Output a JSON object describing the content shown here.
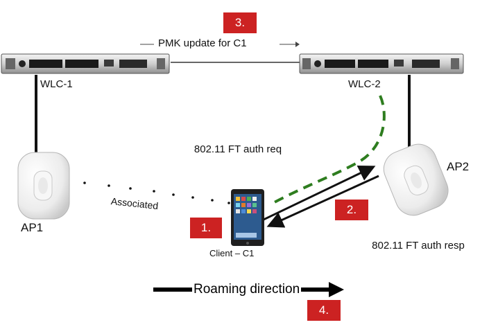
{
  "controllers": [
    {
      "id": "wlc1",
      "label": "WLC-1"
    },
    {
      "id": "wlc2",
      "label": "WLC-2"
    }
  ],
  "access_points": [
    {
      "id": "ap1",
      "label": "AP1"
    },
    {
      "id": "ap2",
      "label": "AP2"
    }
  ],
  "client": {
    "label": "Client – C1"
  },
  "messages": {
    "pmk_update": "PMK update for C1",
    "ft_auth_req": "802.11 FT auth req",
    "ft_auth_resp": "802.11 FT auth resp",
    "associated": "Associated",
    "roaming": "Roaming direction"
  },
  "steps": [
    "1.",
    "2.",
    "3.",
    "4."
  ],
  "colors": {
    "step_badge": "#cc2222",
    "ft_path": "#2e7d1f",
    "link": "#111111"
  }
}
